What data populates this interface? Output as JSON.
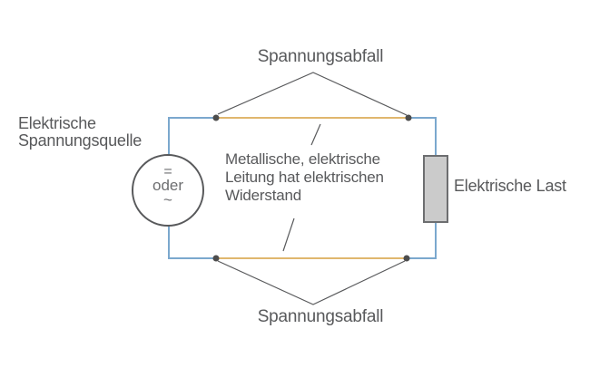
{
  "colors": {
    "background": "#ffffff",
    "wire_blue": "#7ba8ce",
    "wire_orange": "#e0b76e",
    "node_dot": "#4d4d4d",
    "outline_gray": "#58595b",
    "leader_gray": "#58595b",
    "load_fill": "#cbcbcb",
    "load_stroke": "#6d6e70",
    "text_gray": "#58595b"
  },
  "labels": {
    "voltage_drop_top": "Spannungsabfall",
    "voltage_drop_bottom": "Spannungsabfall",
    "voltage_source_line1": "Elektrische",
    "voltage_source_line2": "Spannungsquelle",
    "wire_resistance_line1": "Metallische, elektrische",
    "wire_resistance_line2": "Leitung hat elektrischen",
    "wire_resistance_line3": "Widerstand",
    "load": "Elektrische Last",
    "source_symbol_dc": "=",
    "source_symbol_or": "oder",
    "source_symbol_ac": "~"
  }
}
